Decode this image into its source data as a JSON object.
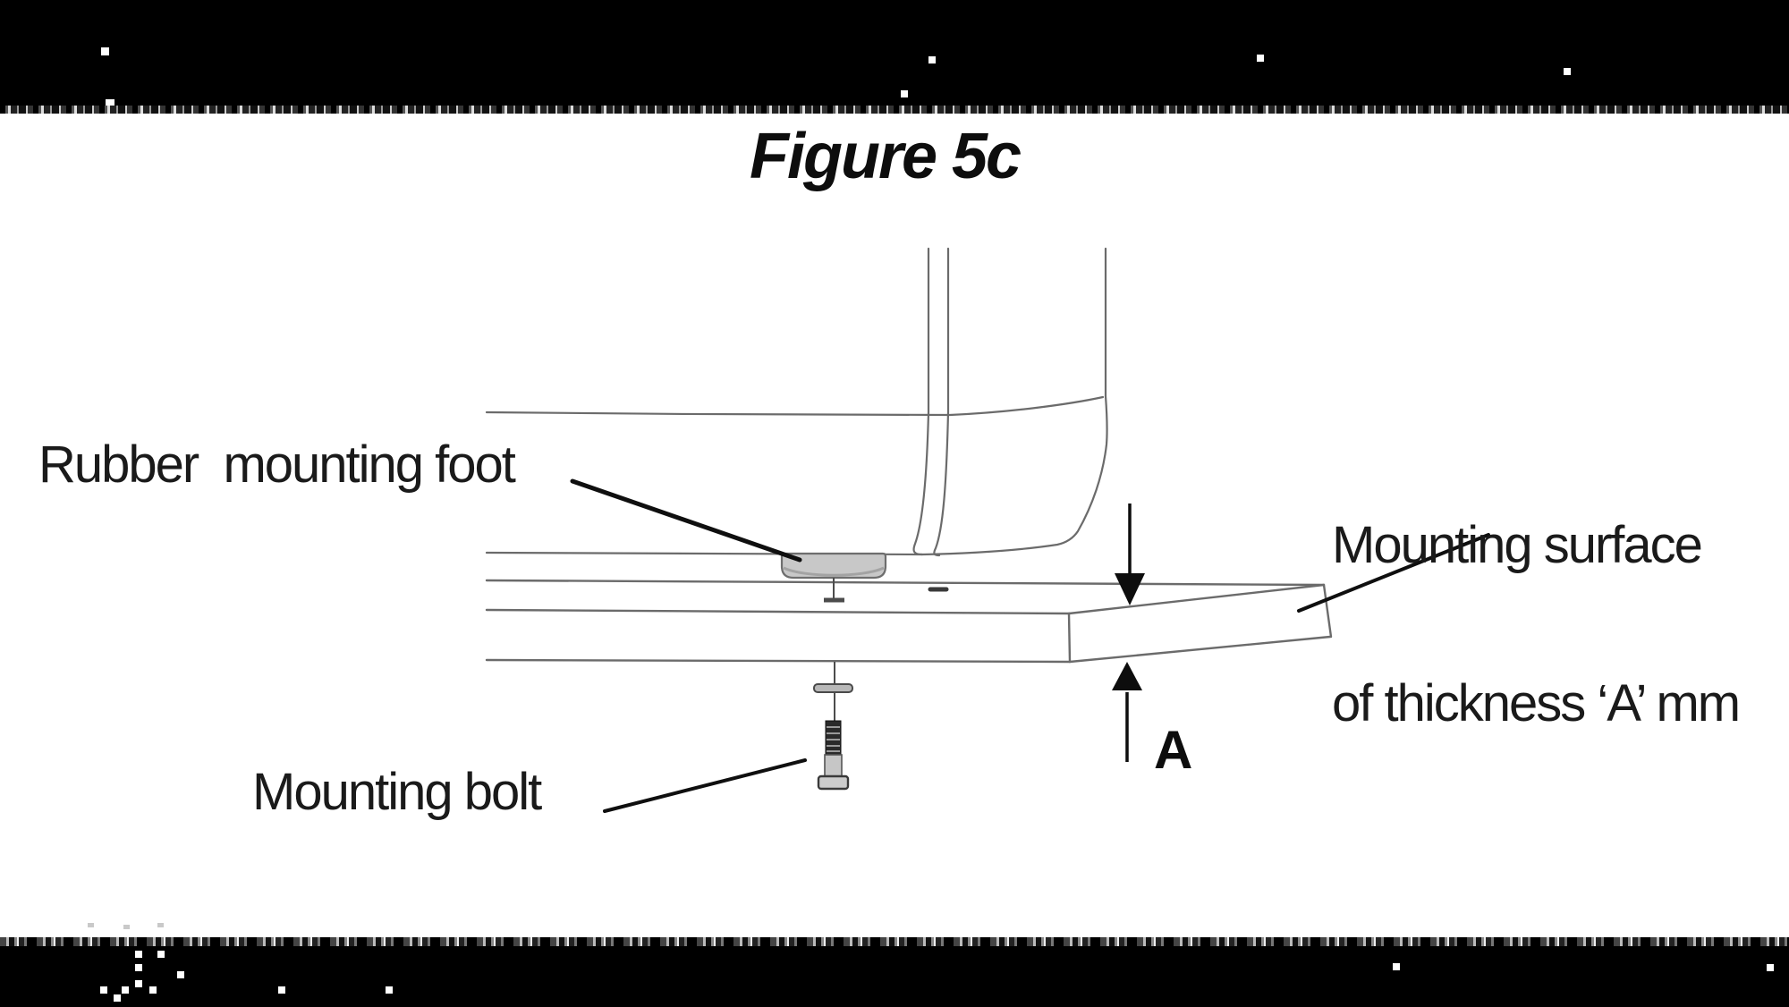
{
  "figure": {
    "title": "Figure 5c",
    "dimension_label": "A"
  },
  "labels": {
    "rubber_foot": "Rubber  mounting foot",
    "mounting_surface_line1": "Mounting surface",
    "mounting_surface_line2": "of thickness ‘A’ mm",
    "mounting_bolt": "Mounting bolt"
  },
  "colors": {
    "frame_bar": "#000000",
    "paper": "#ffffff",
    "drawing_line": "#6b6b6b",
    "annotation_line": "#0d0d0d",
    "rubber_foot_fill": "#c8c8c8",
    "metal_fill": "#c6c6c6",
    "bolt_thread_dark": "#2a2a2a"
  }
}
